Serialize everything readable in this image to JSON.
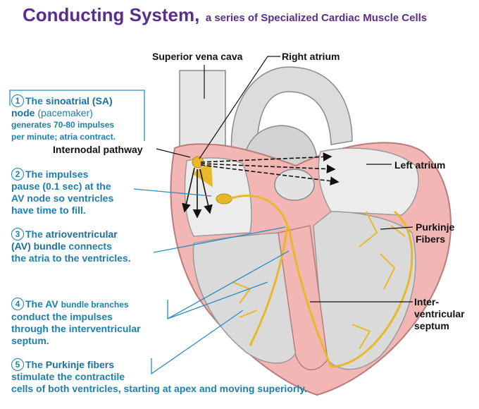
{
  "title": {
    "main": "Conducting System,",
    "sub": "a series of Specialized Cardiac Muscle Cells"
  },
  "labels": {
    "svc": "Superior vena cava",
    "ra": "Right atrium",
    "la": "Left atrium",
    "internodal": "Internodal pathway",
    "purkinje_1": "Purkinje",
    "purkinje_2": "Fibers",
    "septum_1": "Inter-",
    "septum_2": "ventricular",
    "septum_3": "septum"
  },
  "steps": [
    {
      "num": "1",
      "pre": "The ",
      "hl": "sinoatrial (SA)",
      "line2_hl": "node",
      "line2": " (pacemaker)",
      "small1": "generates 70-80 impulses",
      "small2": "per minute; atria contract."
    },
    {
      "num": "2",
      "l1": "The impulses",
      "l2": "pause (0.1 sec) at the",
      "l3": "AV node so ventricles",
      "l4": "have time to fill."
    },
    {
      "num": "3",
      "pre": "The ",
      "hl": "atrioventricular",
      "line2_hl": "(AV) bundle",
      "line2": " connects",
      "l3": "the atria to the ventricles."
    },
    {
      "num": "4",
      "pre": "The AV ",
      "small": "bundle branches",
      "l2": "conduct the impulses",
      "l3": "through the interventricular",
      "l4": "septum."
    },
    {
      "num": "5",
      "pre": "The ",
      "hl": "Purkinje fibers",
      "l2": "stimulate the contractile",
      "l3": "cells of both ventricles, starting at apex and moving superiorly."
    }
  ],
  "colors": {
    "title": "#5b2d8c",
    "step_text": "#1d7fae",
    "conduction": "#e8b82a",
    "myocardium": "#f2b7b4",
    "leader": "#2a8cc0"
  }
}
